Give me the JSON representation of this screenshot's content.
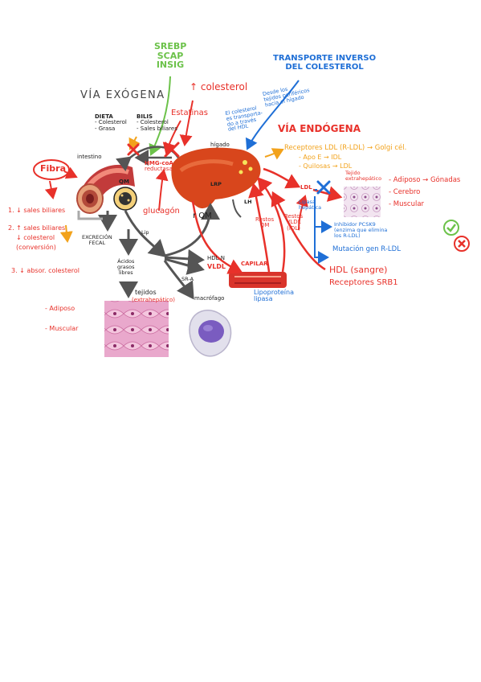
{
  "colors": {
    "red": "#e8312a",
    "blue": "#1f6fd6",
    "orange": "#f2a21b",
    "green": "#6cc24a",
    "gray": "#555555",
    "dark": "#222222",
    "liver": "#d8461c",
    "pink": "#e7a6c8"
  },
  "top": {
    "srebp_lines": [
      "SREBP",
      "SCAP",
      "INSIG"
    ],
    "via_exogena": "VÍA EXÓGENA",
    "colesterol_up": "↑ colesterol",
    "estatinas": "Estatinas",
    "transporte_inverso": [
      "TRANSPORTE INVERSO",
      "DEL COLESTEROL"
    ],
    "desde_tejidos": [
      "Desde los",
      "tejidos periféricos",
      "hacia el hígado"
    ],
    "el_colesterol": [
      "El colesterol",
      "es transporta-",
      "do a través",
      "del HDL"
    ]
  },
  "left": {
    "dieta": "DIETA",
    "dieta_items": [
      "- Colesterol",
      "- Grasa"
    ],
    "bilis": "BILIS",
    "bilis_items": [
      "- Colesterol",
      "- Sales biliares"
    ],
    "intestino": "intestino",
    "fibra": "Fibra",
    "qm_intestine": "QM",
    "effects": [
      "1. ↓ sales biliares",
      "2. ↑ sales biliares",
      "↓ colesterol",
      "(conversión)",
      "3. ↓ absor. colesterol"
    ],
    "excrecion": [
      "EXCRECIÓN",
      "FECAL"
    ],
    "lip": "Lip",
    "acidos": [
      "Ácidos",
      "grasos",
      "libres"
    ],
    "tejidos": "tejidos",
    "tejidos_sub": "(extrahepático)",
    "tissue_list": [
      "- Adiposo",
      "- Muscular"
    ],
    "sr_a": "SR-A",
    "macrofago": "macrófago"
  },
  "center": {
    "hmg": [
      "HMG-coA",
      "reductasa"
    ],
    "higado": "hígado",
    "ldl_in_liver": "LRP",
    "lh": "LH",
    "glucagon": "glucagón",
    "rqm": "r QM",
    "hdl_n": "HDL N",
    "vldl": "VLDL",
    "capilar": "CAPILAR",
    "lipoproteina": [
      "Lipoproteína",
      "lipasa"
    ],
    "restos_qm": [
      "Restos",
      "QM"
    ],
    "restos_vldl": [
      "Restos",
      "VLDL",
      "(IDL)"
    ]
  },
  "right": {
    "via_endogena": "VÍA ENDÓGENA",
    "receptores": "Receptores LDL (R-LDL) → Golgi cél.",
    "apo_e": "- Apo E → IDL",
    "quilosas": "- Quilosas → LDL",
    "ldl": "LDL",
    "lipasa_hepatica": [
      "Lipasa",
      "hepática"
    ],
    "tejido_extra": [
      "Tejido",
      "extrahepático"
    ],
    "organs": [
      "- Adiposo → Gónadas",
      "- Cerebro",
      "- Muscular"
    ],
    "inhibidor": [
      "Inhibidor PCSK9",
      "(enzima que elimina",
      "los R-LDL)"
    ],
    "mutacion": "Mutación gen R-LDL",
    "hdl_sangre": "HDL (sangre)",
    "receptores_srb1": "Receptores SRB1"
  }
}
